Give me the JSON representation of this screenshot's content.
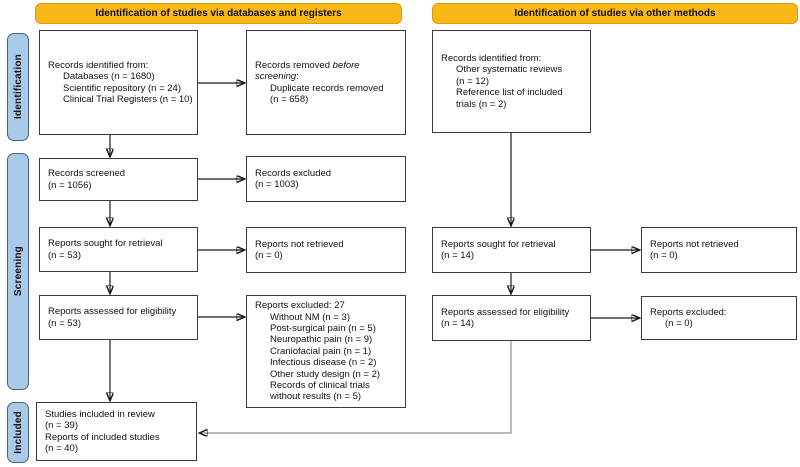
{
  "colors": {
    "header_bg": "#F9B815",
    "header_border": "#D79B12",
    "stage_bg": "#A9CBE9",
    "stage_border": "#4A6178",
    "box_border": "#3A3A3A",
    "arrow": "#1A1A1A",
    "connector": "#8F8F8F"
  },
  "headers": {
    "databases": "Identification of studies via databases and registers",
    "other": "Identification of studies via other methods"
  },
  "stages": {
    "identification": "Identification",
    "screening": "Screening",
    "included": "Included"
  },
  "boxes": {
    "records_identified_databases": {
      "lines": [
        {
          "text": "Records identified from:"
        },
        {
          "text": "Databases (n = 1680)",
          "indent": 1
        },
        {
          "text": "Scientific repository (n = 24)",
          "indent": 1
        },
        {
          "text": "Clinical Trial Registers (n = 10)",
          "indent": 1
        }
      ]
    },
    "records_removed_before_screening": {
      "lines": [
        {
          "segments": [
            {
              "text": "Records removed "
            },
            {
              "text": "before",
              "italic": true
            }
          ]
        },
        {
          "segments": [
            {
              "text": "screening",
              "italic": true
            },
            {
              "text": ":"
            }
          ]
        },
        {
          "text": "Duplicate records removed",
          "indent": 1
        },
        {
          "text": "(n = 658)",
          "indent": 1
        }
      ]
    },
    "records_identified_other": {
      "lines": [
        {
          "text": "Records identified from:"
        },
        {
          "text": "Other systematic reviews",
          "indent": 1
        },
        {
          "text": "(n = 12)",
          "indent": 1
        },
        {
          "text": "Reference list of included",
          "indent": 1
        },
        {
          "text": "trials (n = 2)",
          "indent": 1
        }
      ]
    },
    "records_screened": {
      "lines": [
        {
          "text": "Records screened"
        },
        {
          "text": "(n = 1056)"
        }
      ]
    },
    "records_excluded": {
      "lines": [
        {
          "text": "Records excluded"
        },
        {
          "text": "(n = 1003)"
        }
      ]
    },
    "reports_sought_databases": {
      "lines": [
        {
          "text": "Reports sought for retrieval"
        },
        {
          "text": "(n = 53)"
        }
      ]
    },
    "reports_not_retrieved_databases": {
      "lines": [
        {
          "text": "Reports not retrieved"
        },
        {
          "text": "(n = 0)"
        }
      ]
    },
    "reports_sought_other": {
      "lines": [
        {
          "text": "Reports sought for retrieval"
        },
        {
          "text": "(n = 14)"
        }
      ]
    },
    "reports_not_retrieved_other": {
      "lines": [
        {
          "text": "Reports not retrieved"
        },
        {
          "text": "(n = 0)"
        }
      ]
    },
    "reports_assessed_databases": {
      "lines": [
        {
          "text": "Reports assessed for eligibility"
        },
        {
          "text": "(n = 53)"
        }
      ]
    },
    "reports_excluded_reasons": {
      "lines": [
        {
          "text": "Reports excluded: 27"
        },
        {
          "text": "Without NM (n = 3)",
          "indent": 1
        },
        {
          "text": "Post-surgical pain (n = 5)",
          "indent": 1
        },
        {
          "text": "Neuropathic pain (n = 9)",
          "indent": 1
        },
        {
          "text": "Craniofacial pain (n = 1)",
          "indent": 1
        },
        {
          "text": "Infectious disease (n = 2)",
          "indent": 1
        },
        {
          "text": "Other study design (n = 2)",
          "indent": 1
        },
        {
          "text": "Records of clinical trials",
          "indent": 1
        },
        {
          "text": "without results (n = 5)",
          "indent": 1
        }
      ]
    },
    "reports_assessed_other": {
      "lines": [
        {
          "text": "Reports assessed for eligibility"
        },
        {
          "text": "(n = 14)"
        }
      ]
    },
    "reports_excluded_other": {
      "lines": [
        {
          "text": "Reports excluded:"
        },
        {
          "text": "(n = 0)",
          "indent": 1
        }
      ]
    },
    "studies_included": {
      "lines": [
        {
          "text": "Studies included in review"
        },
        {
          "text": "(n = 39)"
        },
        {
          "text": "Reports of included studies"
        },
        {
          "text": "(n = 40)"
        }
      ]
    }
  }
}
